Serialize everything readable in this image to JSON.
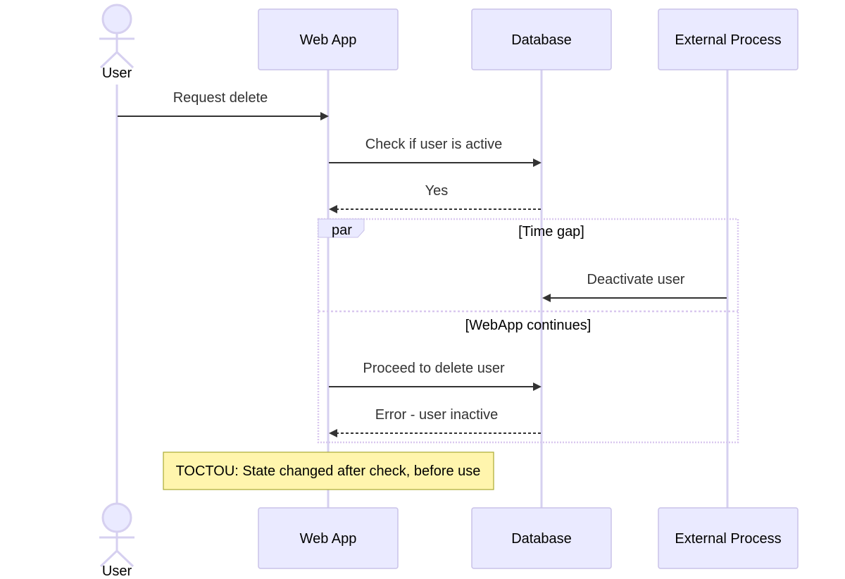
{
  "diagram": {
    "type": "sequence",
    "participants": [
      {
        "id": "user",
        "label": "User",
        "kind": "actor"
      },
      {
        "id": "webapp",
        "label": "Web App",
        "kind": "participant"
      },
      {
        "id": "db",
        "label": "Database",
        "kind": "participant"
      },
      {
        "id": "ext",
        "label": "External Process",
        "kind": "participant"
      }
    ],
    "messages": [
      {
        "from": "user",
        "to": "webapp",
        "label": "Request delete",
        "style": "solid"
      },
      {
        "from": "webapp",
        "to": "db",
        "label": "Check if user is active",
        "style": "solid"
      },
      {
        "from": "db",
        "to": "webapp",
        "label": "Yes",
        "style": "dashed"
      },
      {
        "from": "ext",
        "to": "db",
        "label": "Deactivate user",
        "style": "solid"
      },
      {
        "from": "webapp",
        "to": "db",
        "label": "Proceed to delete user",
        "style": "solid"
      },
      {
        "from": "db",
        "to": "webapp",
        "label": "Error - user inactive",
        "style": "dashed"
      }
    ],
    "par_block": {
      "label": "par",
      "sections": [
        "[Time gap]",
        "[WebApp continues]"
      ]
    },
    "note": {
      "text": "TOCTOU: State changed after check, before use"
    },
    "colors": {
      "participant_fill": "#eaeaff",
      "participant_border": "#c9c2e8",
      "lifeline": "#d6d0f0",
      "arrow": "#333333",
      "note_fill": "#fff5ad",
      "note_border": "#aaaa33",
      "par_border": "#d9c8ef"
    }
  }
}
